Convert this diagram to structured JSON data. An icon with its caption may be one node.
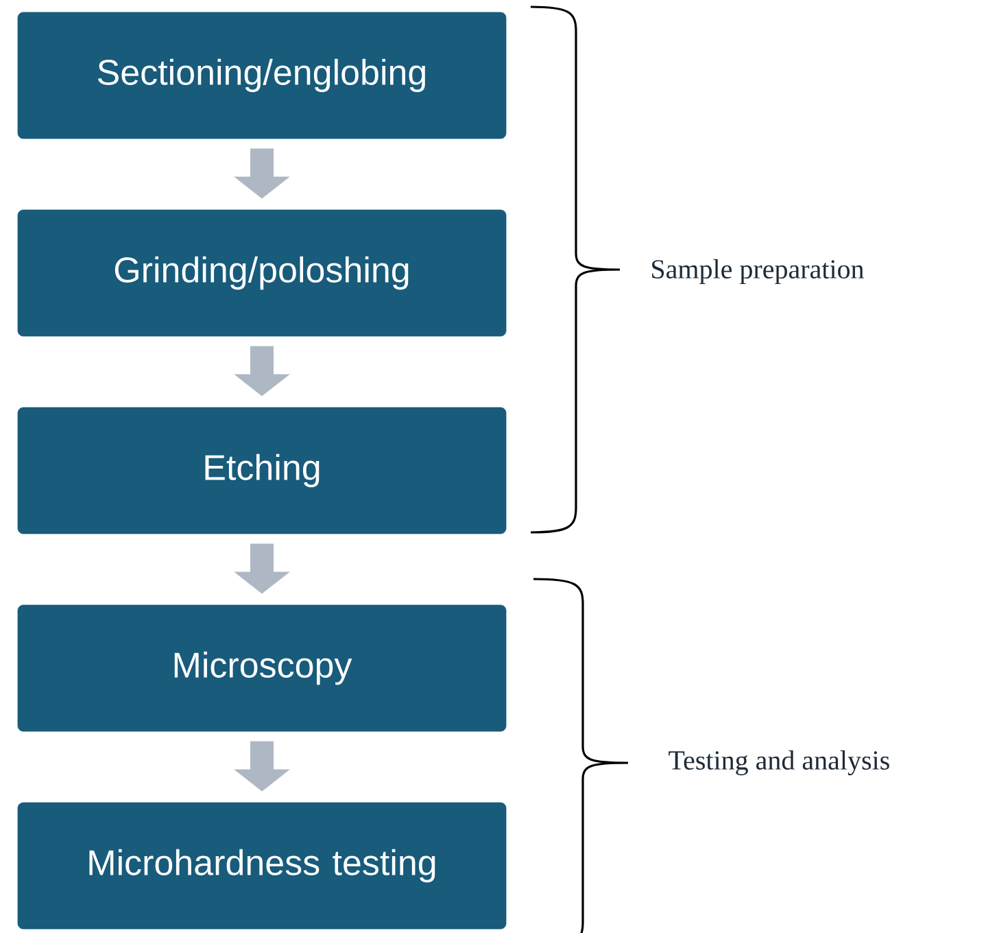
{
  "diagram": {
    "nodes": [
      {
        "text": [
          "Sectioning/englobing"
        ]
      },
      {
        "text": [
          "Grinding/poloshing"
        ]
      },
      {
        "text": [
          "Etching"
        ]
      },
      {
        "text": [
          "Microscopy"
        ]
      },
      {
        "text": [
          "Microhardness testing"
        ]
      }
    ],
    "edges": [
      {
        "from": 0,
        "to": 1,
        "arrow": "to"
      },
      {
        "from": 1,
        "to": 2,
        "arrow": "to"
      },
      {
        "from": 2,
        "to": 3,
        "arrow": "to"
      },
      {
        "from": 3,
        "to": 4,
        "arrow": "to"
      }
    ],
    "labels": [
      "Sample preparation",
      "Testing and analysis"
    ]
  }
}
